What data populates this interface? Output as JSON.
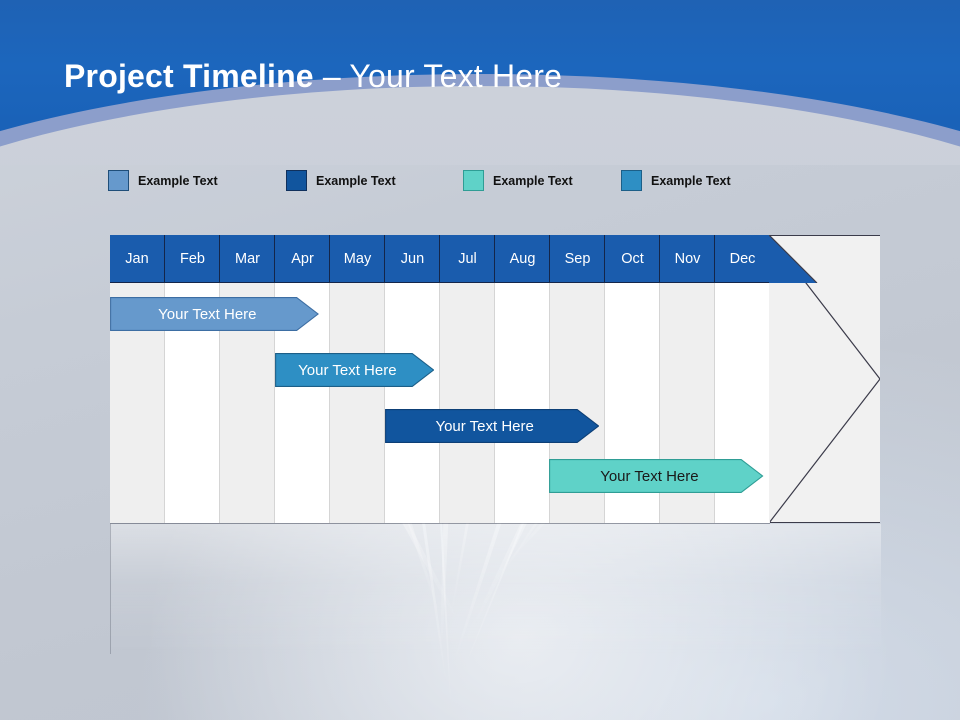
{
  "slide": {
    "title_bold": "Project Timeline",
    "title_separator": " – ",
    "title_regular": "Your Text Here"
  },
  "legend": {
    "items": [
      {
        "label": "Example Text",
        "color": "#6699cc",
        "border": "#1f4e79"
      },
      {
        "label": "Example Text",
        "color": "#11559e",
        "border": "#10305c"
      },
      {
        "label": "Example Text",
        "color": "#5fd2c8",
        "border": "#2f9d95"
      },
      {
        "label": "Example Text",
        "color": "#2e8fc4",
        "border": "#1c5f88"
      }
    ]
  },
  "chart_data": {
    "type": "bar",
    "title": "Project Timeline",
    "xlabel": "",
    "ylabel": "",
    "categories": [
      "Jan",
      "Feb",
      "Mar",
      "Apr",
      "May",
      "Jun",
      "Jul",
      "Aug",
      "Sep",
      "Oct",
      "Nov",
      "Dec"
    ],
    "series": [
      {
        "name": "Your  Text Here",
        "start_month": "Jan",
        "end_month": "Apr",
        "start_index": 0,
        "end_index": 3.8,
        "color": "#6699cc",
        "border": "#3d6ea3",
        "text_color": "#ffffff"
      },
      {
        "name": "Your  Text Here",
        "start_month": "Apr",
        "end_month": "Jun",
        "start_index": 3.0,
        "end_index": 5.9,
        "color": "#2e8fc4",
        "border": "#1c5f88",
        "text_color": "#ffffff"
      },
      {
        "name": "Your  Text Here",
        "start_month": "Jun",
        "end_month": "Sep",
        "start_index": 5.0,
        "end_index": 8.9,
        "color": "#11559e",
        "border": "#0d3f76",
        "text_color": "#ffffff"
      },
      {
        "name": "Your  Text Here",
        "start_month": "Sep",
        "end_month": "Dec",
        "start_index": 8.0,
        "end_index": 11.9,
        "color": "#5fd2c8",
        "border": "#2f9d95",
        "text_color": "#1a1a1a"
      }
    ],
    "grid": true,
    "legend_position": "top"
  },
  "colors": {
    "header_blue": "#1a5cad",
    "title_blue": "#1c66bd",
    "body_gray": "#c3c8d2",
    "row_stripe": "#efefef",
    "row_plain": "#ffffff",
    "arrow_body": "#f1f1f1",
    "outline": "#3b3b4a"
  }
}
